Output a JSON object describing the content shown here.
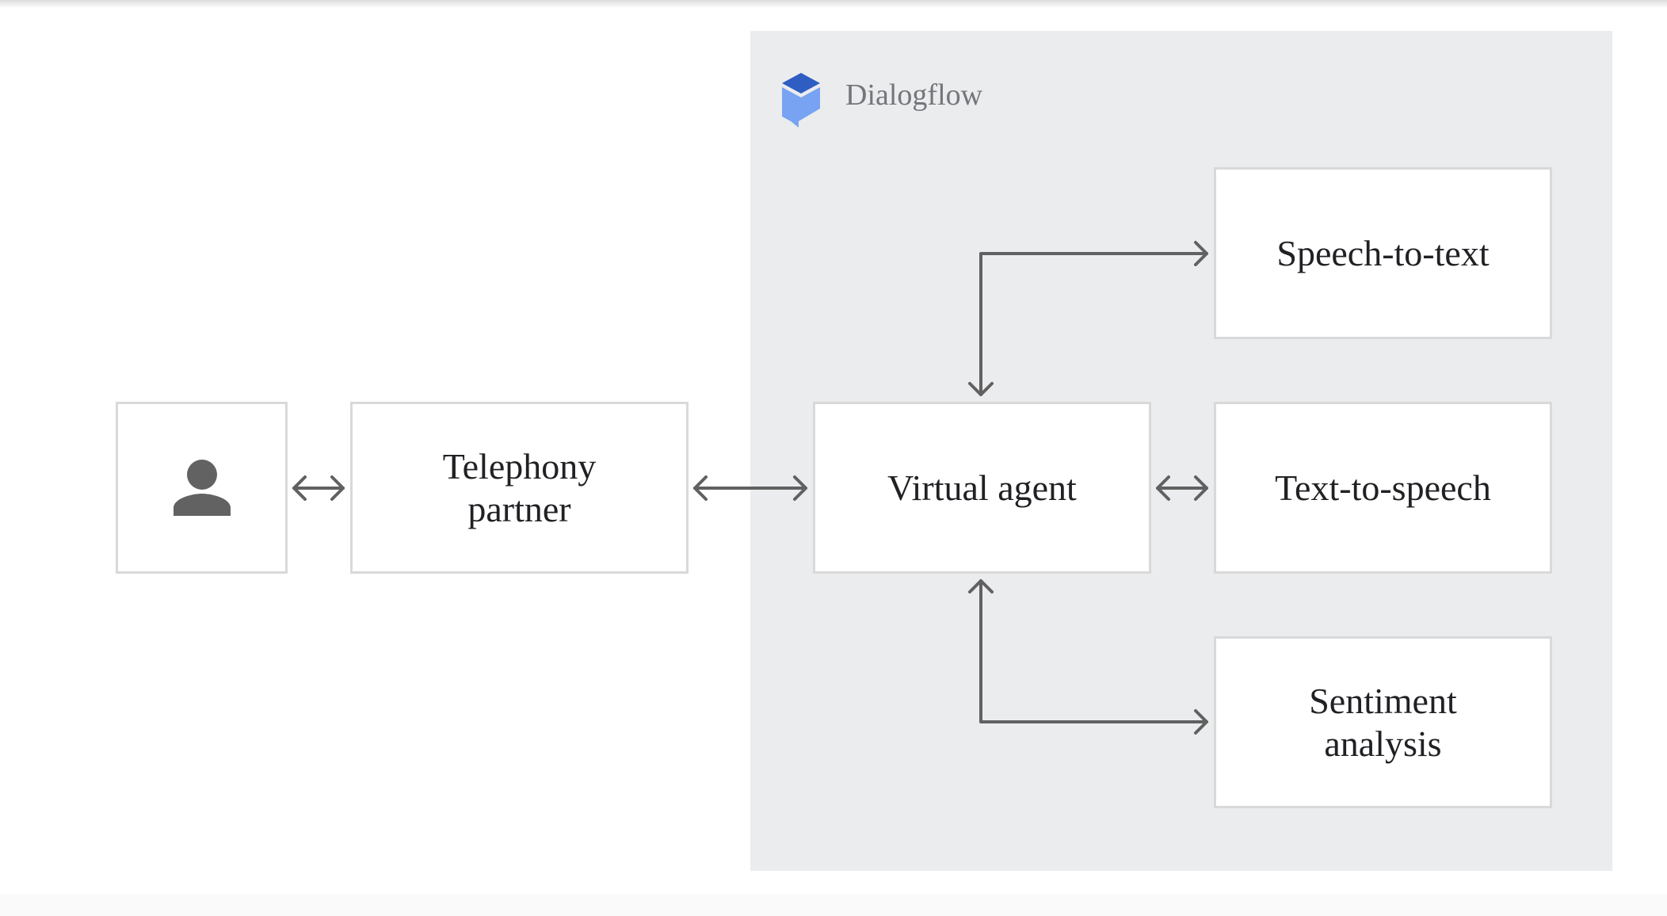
{
  "brand": {
    "name": "Dialogflow",
    "logo_icon": "dialogflow-logo",
    "logo_colors": {
      "top": "#2f5ec2",
      "bottom": "#78a3f2"
    }
  },
  "nodes": {
    "user": {
      "icon": "person-icon",
      "icon_color": "#626262"
    },
    "telephony": {
      "label": "Telephony partner"
    },
    "virtual_agent": {
      "label": "Virtual agent"
    },
    "speech_to_text": {
      "label": "Speech-to-text"
    },
    "text_to_speech": {
      "label": "Text-to-speech"
    },
    "sentiment": {
      "label": "Sentiment analysis"
    }
  },
  "colors": {
    "panel": "#ebecee",
    "box_border": "#d9d9d9",
    "connector": "#616161",
    "brand_text": "#73767a"
  }
}
